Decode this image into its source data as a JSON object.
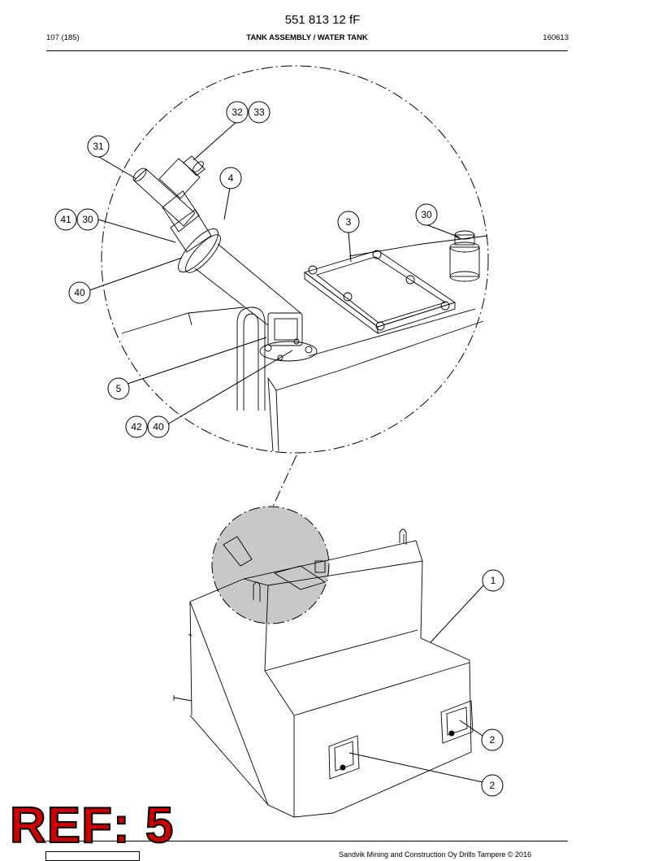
{
  "header": {
    "doc_number": "551 813 12 fF",
    "page": "107 (185)",
    "title": "TANK ASSEMBLY / WATER TANK",
    "code": "160613"
  },
  "callouts": {
    "c31": "31",
    "c32": "32",
    "c33": "33",
    "c4": "4",
    "c41": "41",
    "c30a": "30",
    "c3": "3",
    "c30b": "30",
    "c40a": "40",
    "c5": "5",
    "c42": "42",
    "c40b": "40",
    "c1": "1",
    "c2a": "2",
    "c2b": "2"
  },
  "stamp": {
    "ref_label": "REF: 5"
  },
  "footer": {
    "copyright": "Sandvik Mining and Construction Oy Drills Tampere © 2016"
  }
}
